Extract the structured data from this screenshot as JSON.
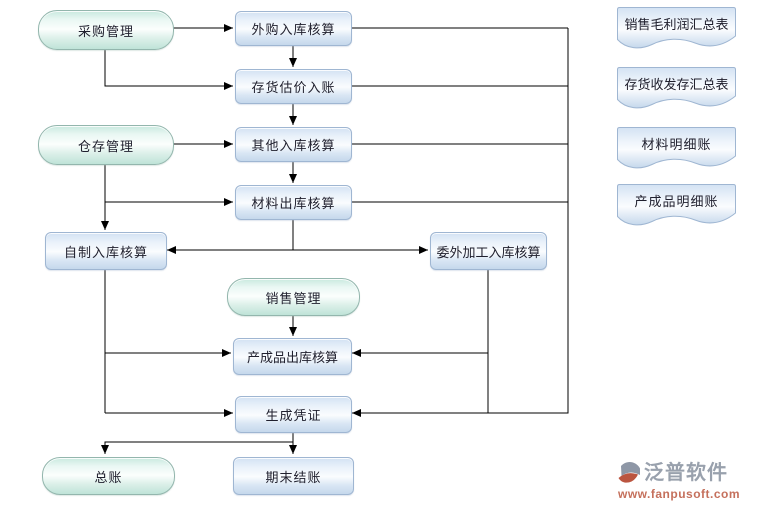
{
  "nodes": {
    "purchase_mgmt": "采购管理",
    "warehouse_mgmt": "仓存管理",
    "sales_mgmt": "销售管理",
    "general_ledger": "总账",
    "purchased_inbound": "外购入库核算",
    "inventory_estimate": "存货估价入账",
    "other_inbound": "其他入库核算",
    "material_outbound": "材料出库核算",
    "selfmade_inbound": "自制入库核算",
    "outsourced_inbound": "委外加工入库核算",
    "finished_outbound": "产成品出库核算",
    "generate_voucher": "生成凭证",
    "period_end_closing": "期末结账"
  },
  "reports": {
    "sales_gross_profit_summary": "销售毛利润汇总表",
    "inventory_in_out_summary": "存货收发存汇总表",
    "material_detail_ledger": "材料明细账",
    "finished_goods_detail_ledger": "产成品明细账"
  },
  "watermark": {
    "brand": "泛普软件",
    "url": "www.fanpusoft.com"
  },
  "colors": {
    "pill_fill_top": "#c9e9df",
    "pill_fill_bottom": "#bfe3d8",
    "pill_border": "#93b6ad",
    "rect_fill_top": "#d3e2f3",
    "rect_fill_bottom": "#c5d8ec",
    "rect_border": "#9fb6d2",
    "connector": "#000000",
    "text": "#20202e",
    "brand_grey": "#99a1ad",
    "brand_red": "#c5705c"
  }
}
